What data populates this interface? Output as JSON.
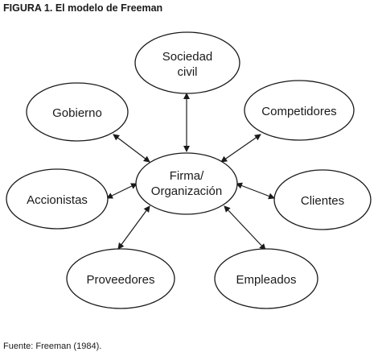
{
  "figure": {
    "title": "FIGURA 1. El modelo de Freeman",
    "source": "Fuente: Freeman (1984)."
  },
  "diagram": {
    "center": {
      "lines": [
        "Firma/",
        "Organización"
      ]
    },
    "stakeholders": [
      {
        "id": "sociedad-civil",
        "lines": [
          "Sociedad",
          "civil"
        ]
      },
      {
        "id": "gobierno",
        "lines": [
          "Gobierno"
        ]
      },
      {
        "id": "competidores",
        "lines": [
          "Competidores"
        ]
      },
      {
        "id": "accionistas",
        "lines": [
          "Accionistas"
        ]
      },
      {
        "id": "clientes",
        "lines": [
          "Clientes"
        ]
      },
      {
        "id": "proveedores",
        "lines": [
          "Proveedores"
        ]
      },
      {
        "id": "empleados",
        "lines": [
          "Empleados"
        ]
      }
    ]
  },
  "colors": {
    "stroke": "#1a1a1a",
    "fill": "#ffffff"
  }
}
